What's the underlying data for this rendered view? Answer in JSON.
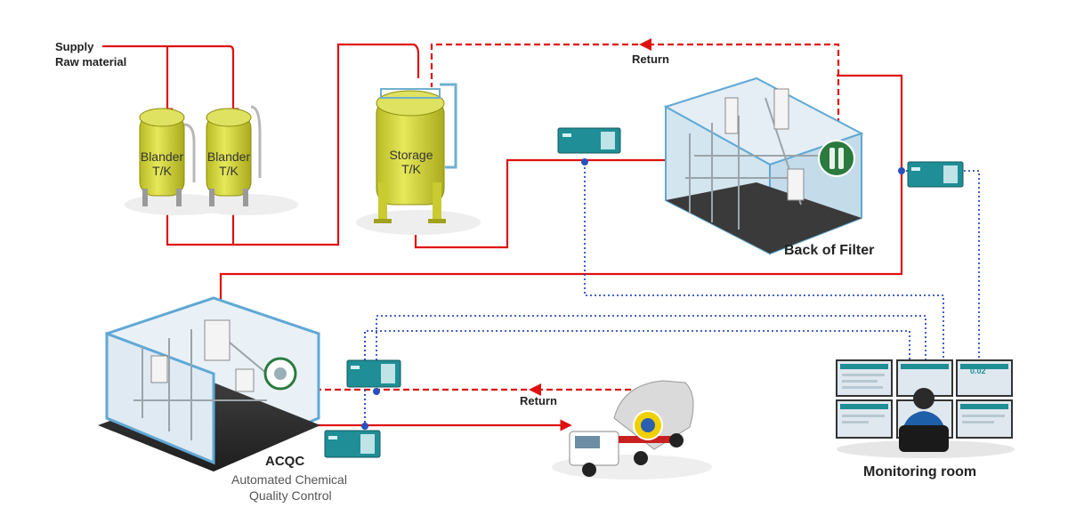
{
  "labels": {
    "supply_line1": "Supply",
    "supply_line2": "Raw material",
    "blender1_line1": "Blander",
    "blender1_line2": "T/K",
    "blender2_line1": "Blander",
    "blender2_line2": "T/K",
    "storage_line1": "Storage",
    "storage_line2": "T/K",
    "return_top": "Return",
    "return_bottom": "Return",
    "back_of_filter": "Back of Filter",
    "acqc_title": "ACQC",
    "acqc_sub1": "Automated Chemical",
    "acqc_sub2": "Quality Control",
    "monitoring_room": "Monitoring room",
    "screen_value": "0.02"
  },
  "colors": {
    "pipe_red": "#e01010",
    "signal_blue": "#2a4fbf",
    "tank_yellow": "#d9dc3a",
    "analyzer_teal": "#1f8e96",
    "room_frame": "#5fa8d6"
  },
  "icons": {
    "analyzer": "analyzer-unit-icon",
    "filter": "filter-cartridge-icon",
    "truck": "tanker-truck-icon",
    "operator": "operator-icon"
  }
}
